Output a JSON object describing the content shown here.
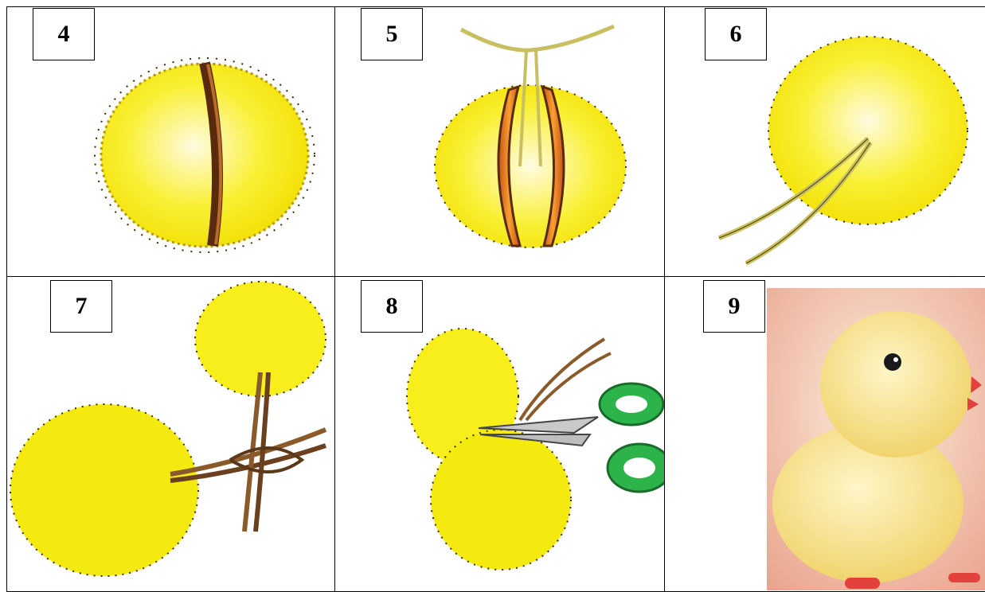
{
  "steps": [
    {
      "number": "4",
      "illustration": "pompom-with-cardboard-ring-icon"
    },
    {
      "number": "5",
      "illustration": "pompom-tied-with-thread-icon"
    },
    {
      "number": "6",
      "illustration": "pompom-with-thread-tails-icon"
    },
    {
      "number": "7",
      "illustration": "two-pompoms-tied-together-icon"
    },
    {
      "number": "8",
      "illustration": "scissors-trimming-threads-icon"
    },
    {
      "number": "9",
      "illustration": "finished-pompom-chick-icon"
    }
  ],
  "colors": {
    "pompom_yellow": "#f7ee1c",
    "pompom_edge": "#e6c800",
    "cardboard_brown": "#7a3a12",
    "cardboard_orange": "#f08a1a",
    "scissors_green": "#2cb34a",
    "chick_yellow": "#f6e59a",
    "border": "#000000"
  }
}
